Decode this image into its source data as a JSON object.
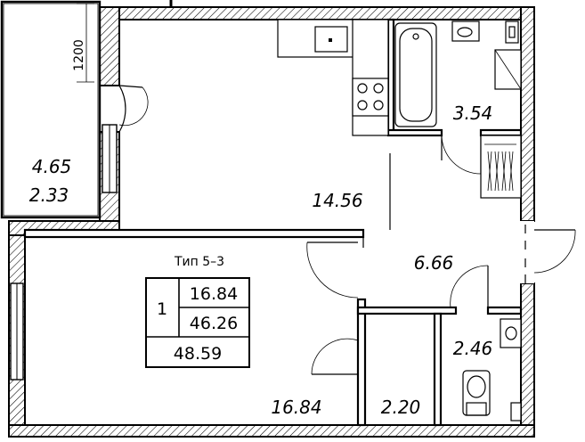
{
  "plan": {
    "type_label": "Тип 5–3",
    "rooms_count": "1",
    "living_area": "16.84",
    "total_area": "46.26",
    "total_with_balcony": "48.59",
    "dimension_1200": "1200"
  },
  "rooms": {
    "balcony_area": "4.65",
    "balcony_reduced_area": "2.33",
    "kitchen": "14.56",
    "bathroom": "3.54",
    "hall": "6.66",
    "toilet": "2.46",
    "bedroom": "16.84",
    "storage": "2.20"
  },
  "colors": {
    "line": "#000000",
    "background": "#ffffff"
  }
}
